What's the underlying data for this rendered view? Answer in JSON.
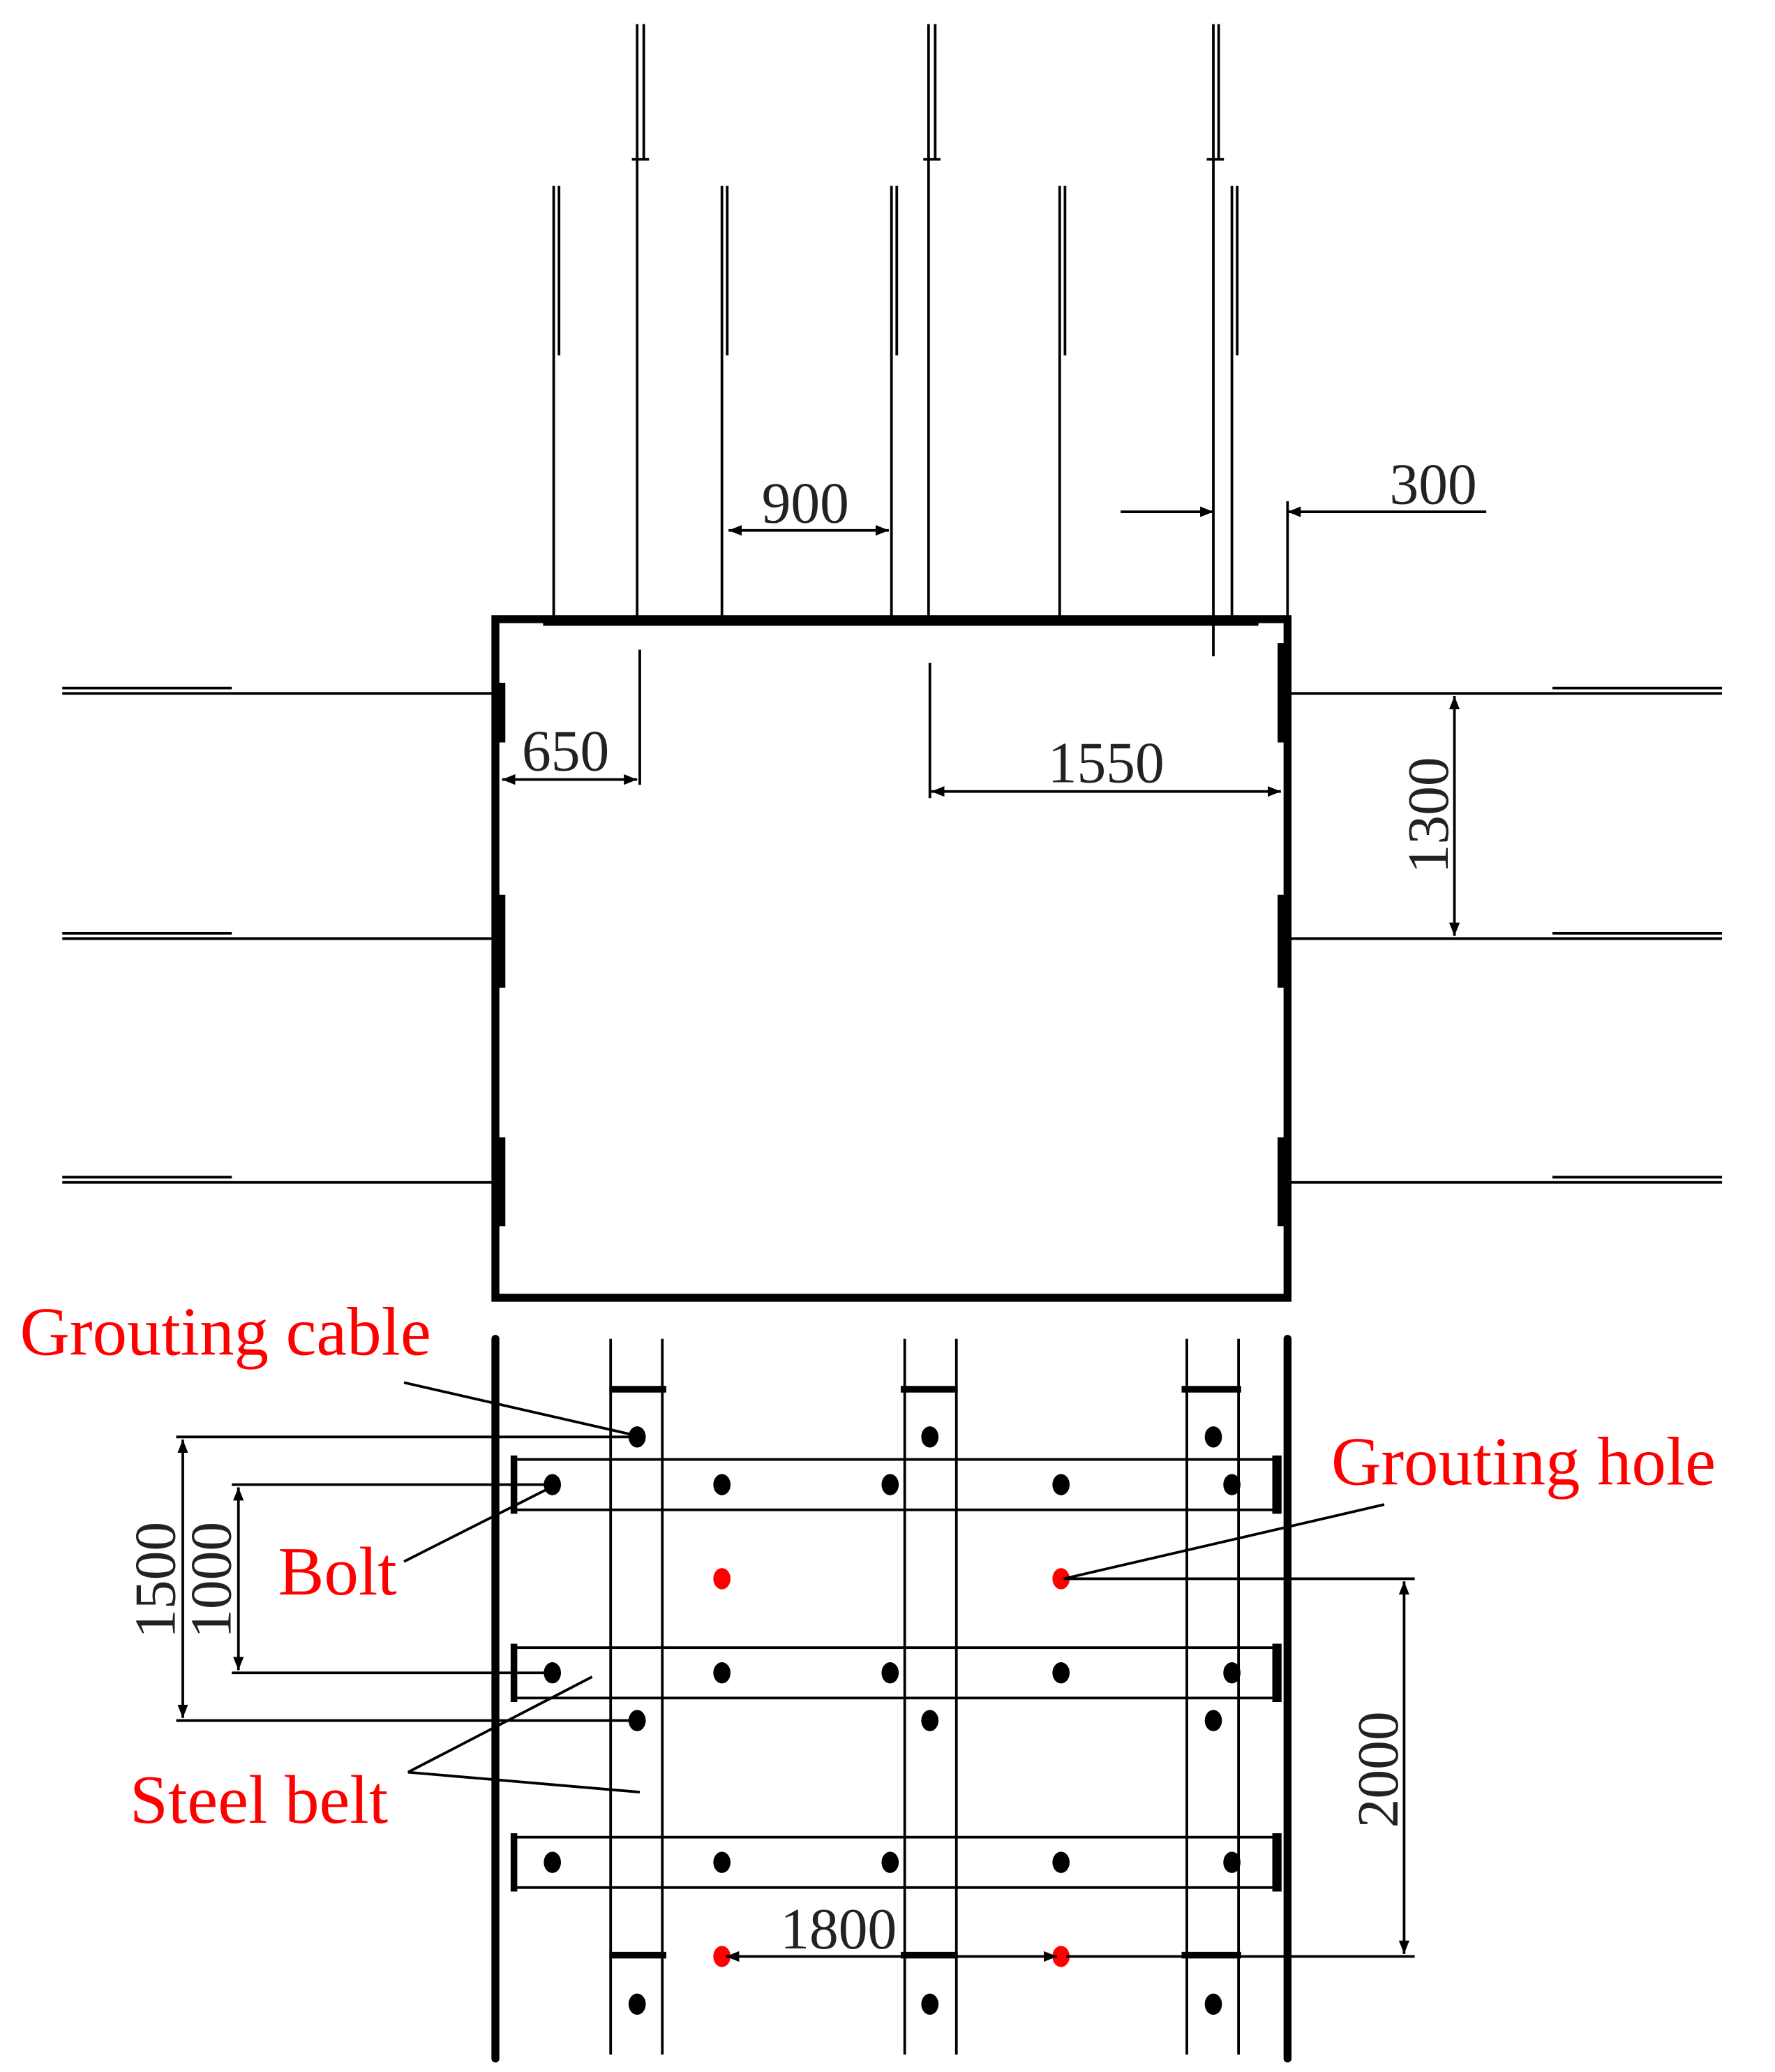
{
  "dimensions": {
    "cable_spacing": "900",
    "cable_edge_offset": "300",
    "left_offset": "650",
    "center_to_wall": "1550",
    "side_spacing": "1300",
    "cable_row_spacing": "1500",
    "bolt_row_spacing": "1000",
    "hole_row_spacing": "2000",
    "hole_spacing": "1800"
  },
  "labels": {
    "grouting_cable": "Grouting cable",
    "grouting_hole": "Grouting hole",
    "bolt": "Bolt",
    "steel_belt": "Steel belt"
  },
  "colors": {
    "line": "#000000",
    "label": "#ff0000",
    "grouting_hole": "#ff0000"
  }
}
